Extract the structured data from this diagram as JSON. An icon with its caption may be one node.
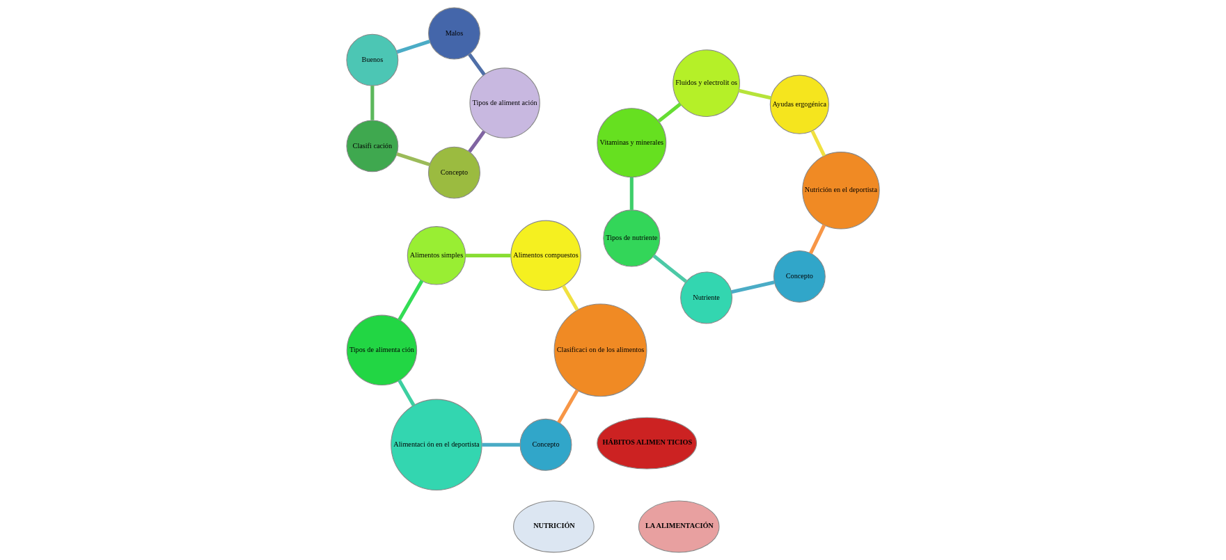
{
  "diagram": {
    "nodes": [
      {
        "text": [
          "NUTRICIÓN"
        ]
      },
      {
        "text": [
          "Concepto"
        ]
      },
      {
        "text": [
          "Nutriente"
        ]
      },
      {
        "text": [
          "Tipos de nutriente"
        ]
      },
      {
        "text": [
          "Vitaminas y minerales"
        ]
      },
      {
        "text": [
          "Fluidos y electrolit os"
        ]
      },
      {
        "text": [
          "Ayudas ergogénica"
        ]
      },
      {
        "text": [
          "Nutrición en el deportista"
        ]
      },
      {
        "text": [
          "HÁBITOS ALIMEN TICIOS"
        ]
      },
      {
        "text": [
          "Concepto"
        ]
      },
      {
        "text": [
          "Clasifi cación"
        ]
      },
      {
        "text": [
          "Buenos"
        ]
      },
      {
        "text": [
          "Malos"
        ]
      },
      {
        "text": [
          "Tipos de aliment ación"
        ]
      },
      {
        "text": [
          "LA ALIMENTACIÓN"
        ]
      },
      {
        "text": [
          "Concepto"
        ]
      },
      {
        "text": [
          "Alimentaci ón en el deportista"
        ]
      },
      {
        "text": [
          "Tipos de alimenta ción"
        ]
      },
      {
        "text": [
          "Alimentos simples"
        ]
      },
      {
        "text": [
          "Alimentos compuestos"
        ]
      },
      {
        "text": [
          "Clasificaci on de los alimentos"
        ]
      }
    ],
    "edges": [
      {
        "from": 1,
        "to": 2,
        "arrow": "none",
        "color": "#4bacc6"
      },
      {
        "from": 2,
        "to": 3,
        "arrow": "none",
        "color": "#4cc9a6"
      },
      {
        "from": 3,
        "to": 4,
        "arrow": "none",
        "color": "#3ecf6a"
      },
      {
        "from": 4,
        "to": 5,
        "arrow": "none",
        "color": "#66dd33"
      },
      {
        "from": 5,
        "to": 6,
        "arrow": "none",
        "color": "#b6e33a"
      },
      {
        "from": 6,
        "to": 7,
        "arrow": "none",
        "color": "#f0e040"
      },
      {
        "from": 7,
        "to": 1,
        "arrow": "none",
        "color": "#f79646"
      },
      {
        "from": 9,
        "to": 10,
        "arrow": "none",
        "color": "#9bbb59"
      },
      {
        "from": 10,
        "to": 11,
        "arrow": "none",
        "color": "#5cb85c"
      },
      {
        "from": 11,
        "to": 12,
        "arrow": "none",
        "color": "#4bacc6"
      },
      {
        "from": 12,
        "to": 13,
        "arrow": "none",
        "color": "#4f6fa8"
      },
      {
        "from": 13,
        "to": 9,
        "arrow": "none",
        "color": "#8064a2"
      },
      {
        "from": 15,
        "to": 16,
        "arrow": "none",
        "color": "#4bacc6"
      },
      {
        "from": 16,
        "to": 17,
        "arrow": "none",
        "color": "#3ccfa0"
      },
      {
        "from": 17,
        "to": 18,
        "arrow": "none",
        "color": "#33dd55"
      },
      {
        "from": 18,
        "to": 19,
        "arrow": "none",
        "color": "#88dd33"
      },
      {
        "from": 19,
        "to": 20,
        "arrow": "none",
        "color": "#f0e040"
      },
      {
        "from": 20,
        "to": 15,
        "arrow": "none",
        "color": "#f79646"
      }
    ]
  }
}
